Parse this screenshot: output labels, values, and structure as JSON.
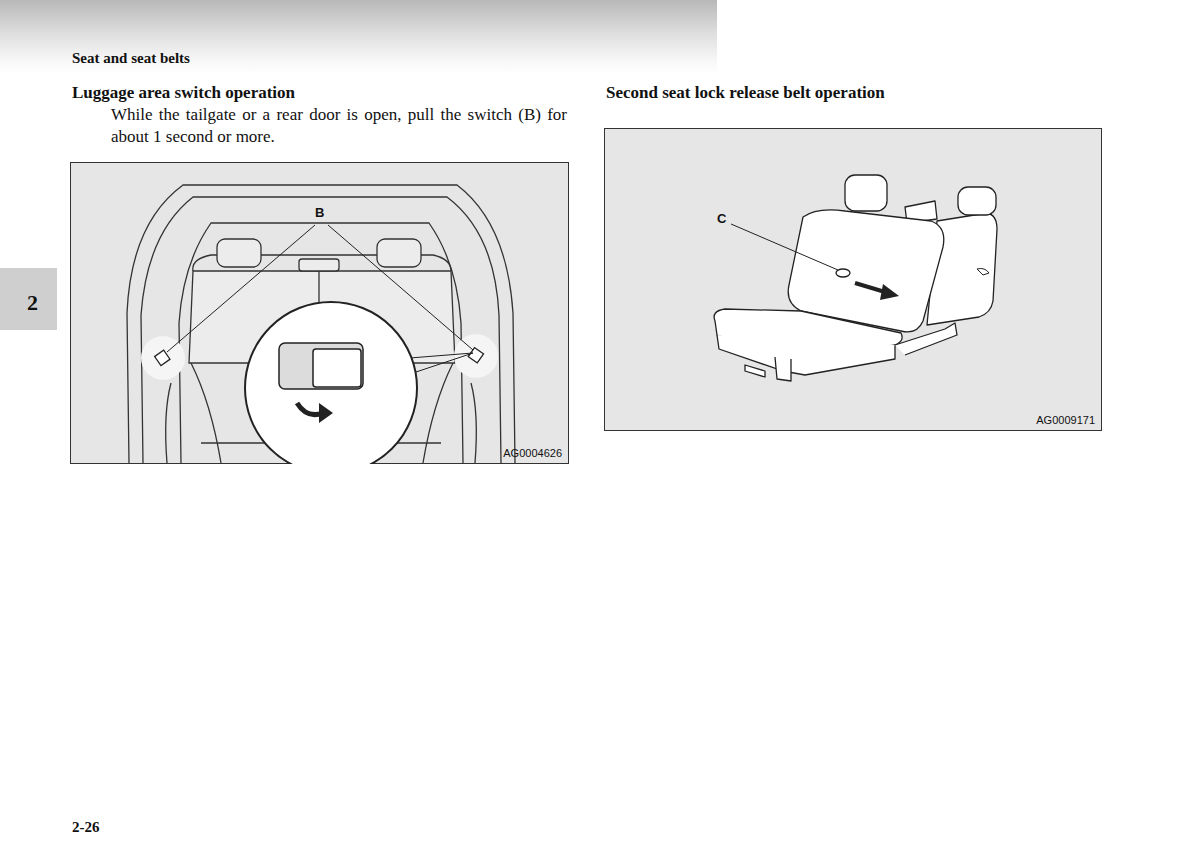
{
  "diagram": {
    "nodes": [
      {
        "text": [
          "Seat and seat belts"
        ]
      },
      {
        "text": [
          "2"
        ]
      },
      {
        "text": [
          "B",
          "AG0004626"
        ]
      },
      {
        "text": [
          "C",
          "AG0009171"
        ]
      }
    ],
    "labels": [
      "Luggage area switch operation",
      "While the tailgate or a rear door is open, pull the switch (B) for about 1 second or more.",
      "Second seat lock release belt operation",
      "2-26"
    ]
  }
}
